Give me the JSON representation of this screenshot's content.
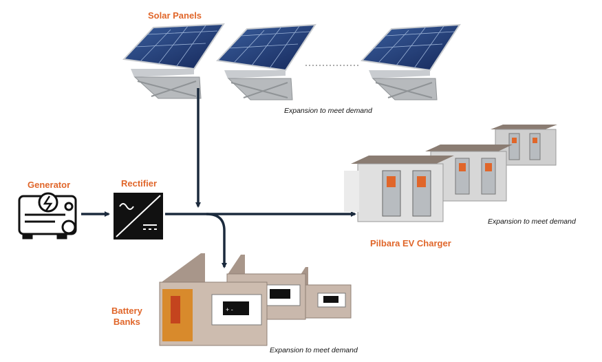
{
  "colors": {
    "label": "#e0662a",
    "line": "#1b2a3d"
  },
  "labels": {
    "solar": "Solar Panels",
    "generator": "Generator",
    "rectifier": "Rectifier",
    "charger": "Pilbara EV Charger",
    "battery_1": "Battery",
    "battery_2": "Banks"
  },
  "notes": {
    "solar": "Expansion to meet demand",
    "charger": "Expansion to meet demand",
    "battery": "Expansion to meet demand"
  },
  "icons": [
    "solar-panel-icon",
    "generator-icon",
    "rectifier-icon",
    "ev-charger-icon",
    "battery-container-icon"
  ]
}
